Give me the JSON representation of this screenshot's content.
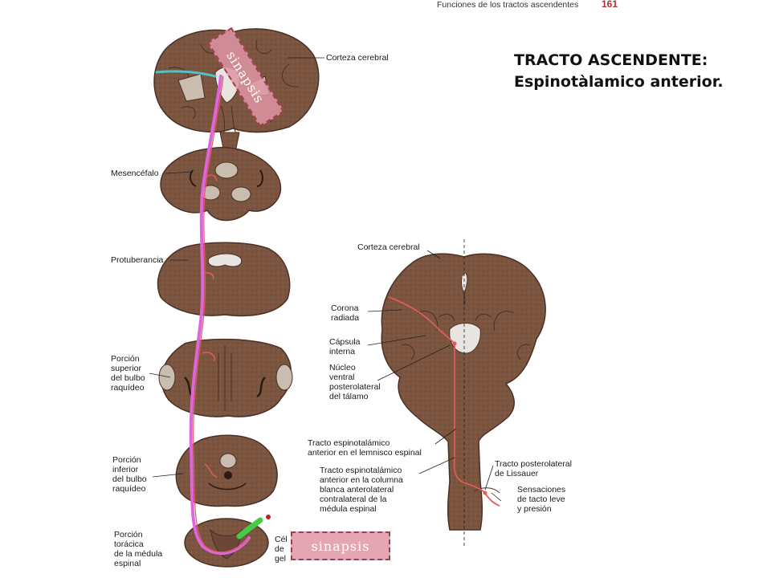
{
  "header": {
    "running_title": "Funciones de los tractos ascendentes",
    "page_number": "161"
  },
  "title": {
    "line1": "TRACTO ASCENDENTE:",
    "line2": "Espinotàlamico anterior."
  },
  "colors": {
    "tissue": "#7b5540",
    "tissue_dark": "#4a3026",
    "tract": "#e25a5a",
    "highlight": "#dd66dd",
    "cyan_marker": "#4ec3c8",
    "green_marker": "#44cc44",
    "synapse_box": "#de96a5"
  },
  "left_labels": {
    "cortex": "Corteza cerebral",
    "midbrain": "Mesencéfalo",
    "pons": "Protuberancia",
    "upper_medulla": [
      "Porción",
      "superior",
      "del bulbo",
      "raquídeo"
    ],
    "lower_medulla": [
      "Porción",
      "inferior",
      "del bulbo",
      "raquídeo"
    ],
    "thoracic": [
      "Porción",
      "torácica",
      "de la médula",
      "espinal"
    ],
    "cells_partial": [
      "Cél",
      "de",
      "gel"
    ]
  },
  "right_labels": {
    "cortex": "Corteza cerebral",
    "corona": [
      "Corona",
      "radiada"
    ],
    "capsule": [
      "Cápsula",
      "interna"
    ],
    "nucleus": [
      "Núcleo",
      "ventral",
      "posterolateral",
      "del tálamo"
    ],
    "tract_lemniscus": [
      "Tracto espinotalámico",
      "anterior en el lemnisco espinal"
    ],
    "tract_column": [
      "Tracto espinotalámico",
      "anterior en la columna",
      "blanca anterolateral",
      "contralateral de la",
      "médula espinal"
    ],
    "lissauer": [
      "Tracto posterolateral",
      "de Lissauer"
    ],
    "sensations": [
      "Sensaciones",
      "de tacto leve",
      "y presión"
    ]
  },
  "synapse_labels": {
    "top": "sinapsis",
    "bottom": "sinapsis"
  }
}
